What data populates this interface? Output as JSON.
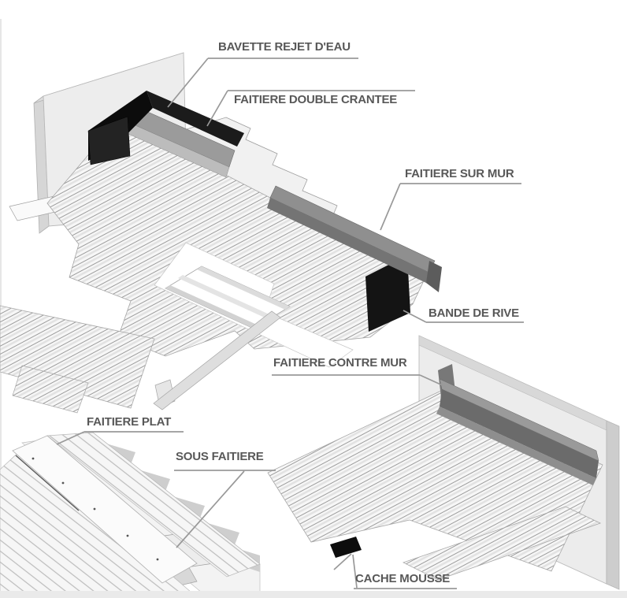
{
  "diagram": {
    "type": "technical-illustration",
    "subject": "Accessoires de faitage - roof ridge flashing parts, isometric exploded views",
    "labels": [
      {
        "id": "bavette-rejet-deau",
        "text": "BAVETTE REJET D'EAU"
      },
      {
        "id": "faitiere-double-crantee",
        "text": "FAITIERE DOUBLE CRANTEE"
      },
      {
        "id": "faitiere-sur-mur",
        "text": "FAITIERE SUR MUR"
      },
      {
        "id": "bande-de-rive",
        "text": "BANDE DE RIVE"
      },
      {
        "id": "faitiere-contre-mur",
        "text": "FAITIERE CONTRE MUR"
      },
      {
        "id": "faitiere-plat",
        "text": "FAITIERE PLAT"
      },
      {
        "id": "sous-faitiere",
        "text": "SOUS FAITIERE"
      },
      {
        "id": "cache-mousse",
        "text": "CACHE MOUSSE"
      }
    ],
    "colors": {
      "background": "#ffffff",
      "label_text": "#585858",
      "leader_line": "#999999",
      "black_part": "#111111",
      "dark_bar_face": "#6b6b6b",
      "dark_bar_top": "#9a9a9a",
      "wall_face": "#ececec",
      "wall_side": "#cdcdcd",
      "rib_line": "#9c9c9c",
      "footer_strip": "#eaeaea"
    }
  }
}
